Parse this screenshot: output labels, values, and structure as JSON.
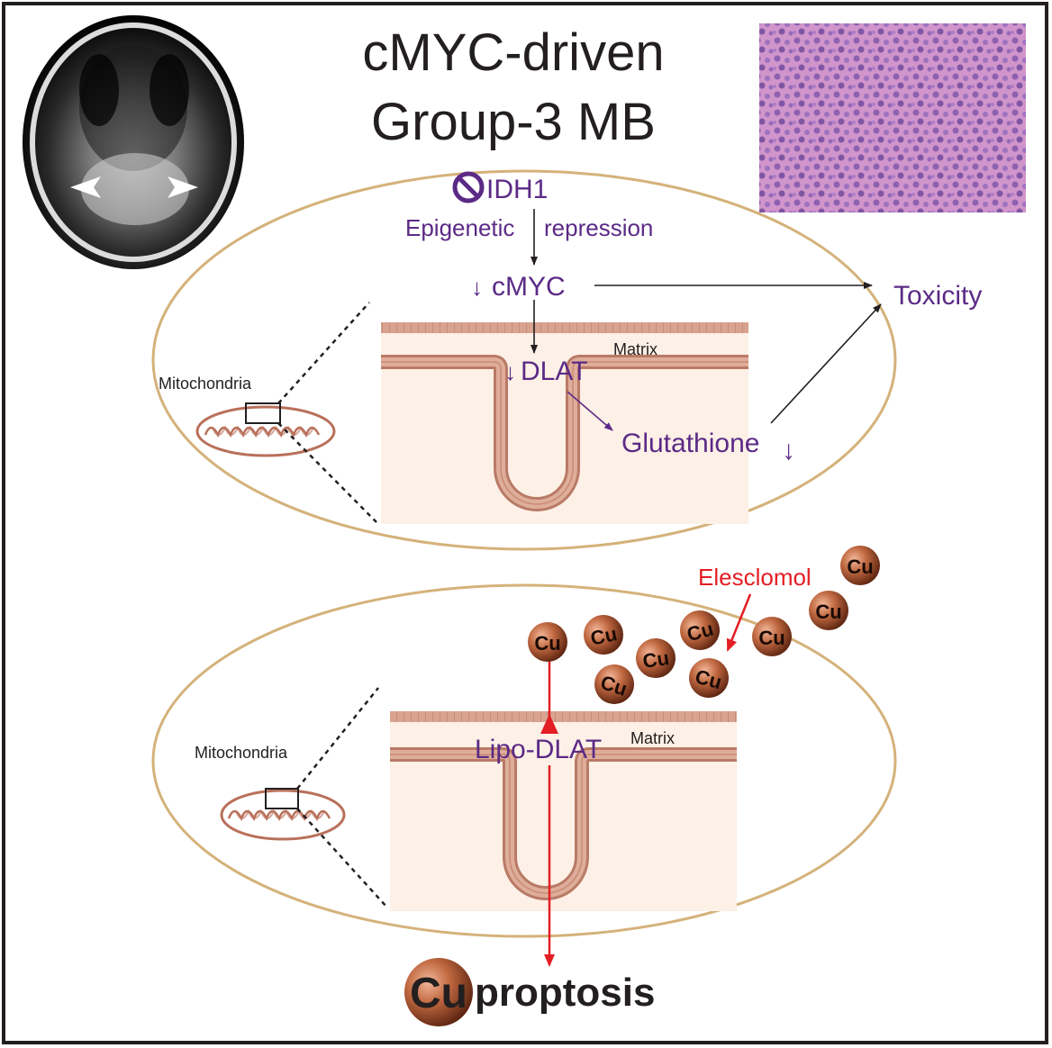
{
  "title": {
    "line1": "cMYC-driven",
    "line2": "Group-3 MB"
  },
  "top_cell": {
    "idh1_label": "IDH1",
    "epigenetic_label": "Epigenetic",
    "repression_label": "repression",
    "cmyc_label": "cMYC",
    "cmyc_arrow": "↓",
    "dlat_label": "DLAT",
    "dlat_arrow": "↓",
    "glutathione_label": "Glutathione",
    "glutathione_arrow": "↓",
    "toxicity_label": "Toxicity",
    "matrix_label": "Matrix",
    "mitochondria_label": "Mitochondria"
  },
  "bottom_cell": {
    "mitochondria_label": "Mitochondria",
    "matrix_label": "Matrix",
    "lipo_dlat_label": "Lipo-DLAT",
    "elesclomol_label": "Elesclomol",
    "cu_label": "Cu"
  },
  "outcome": {
    "cu_part": "Cu",
    "rest_part": "proptosis"
  },
  "colors": {
    "purple": "#5b2a86",
    "red": "#e31e24",
    "cell_outline": "#d4b27a",
    "membrane": "#c98a74",
    "matrix_fill": "#fdf0e6",
    "copper": "#a0522d"
  },
  "icons": {
    "inhibit": "prohibition-icon",
    "mri": "mri-scan-image",
    "histology": "histology-image"
  }
}
